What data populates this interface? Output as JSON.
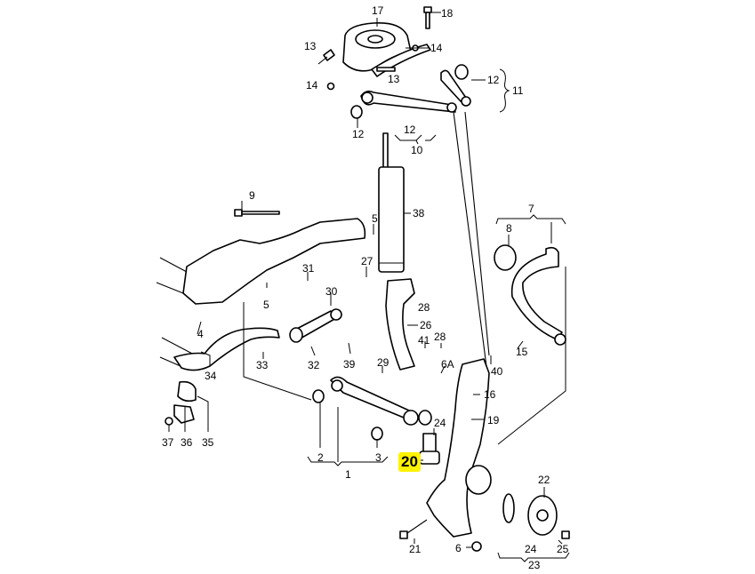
{
  "diagram": {
    "title": "Front axle suspension – exploded parts diagram",
    "highlight_color": "#fff200",
    "highlighted_part": "20",
    "callouts": [
      {
        "id": "c17",
        "label": "17"
      },
      {
        "id": "c18",
        "label": "18"
      },
      {
        "id": "c13a",
        "label": "13"
      },
      {
        "id": "c14a",
        "label": "14"
      },
      {
        "id": "c13b",
        "label": "13"
      },
      {
        "id": "c14b",
        "label": "14"
      },
      {
        "id": "c12a",
        "label": "12"
      },
      {
        "id": "c11",
        "label": "11"
      },
      {
        "id": "c12b",
        "label": "12"
      },
      {
        "id": "c12c",
        "label": "12"
      },
      {
        "id": "c10",
        "label": "10"
      },
      {
        "id": "c9",
        "label": "9"
      },
      {
        "id": "c5a",
        "label": "5"
      },
      {
        "id": "c38",
        "label": "38"
      },
      {
        "id": "c7",
        "label": "7"
      },
      {
        "id": "c8",
        "label": "8"
      },
      {
        "id": "c27",
        "label": "27"
      },
      {
        "id": "c31",
        "label": "31"
      },
      {
        "id": "c5b",
        "label": "5"
      },
      {
        "id": "c28a",
        "label": "28"
      },
      {
        "id": "c30",
        "label": "30"
      },
      {
        "id": "c4",
        "label": "4"
      },
      {
        "id": "c26",
        "label": "26"
      },
      {
        "id": "c41",
        "label": "41"
      },
      {
        "id": "c28b",
        "label": "28"
      },
      {
        "id": "c15",
        "label": "15"
      },
      {
        "id": "c33",
        "label": "33"
      },
      {
        "id": "c32",
        "label": "32"
      },
      {
        "id": "c39",
        "label": "39"
      },
      {
        "id": "c29",
        "label": "29"
      },
      {
        "id": "c6A",
        "label": "6A"
      },
      {
        "id": "c40",
        "label": "40"
      },
      {
        "id": "c34",
        "label": "34"
      },
      {
        "id": "c16",
        "label": "16"
      },
      {
        "id": "c19",
        "label": "19"
      },
      {
        "id": "c24a",
        "label": "24"
      },
      {
        "id": "c37",
        "label": "37"
      },
      {
        "id": "c36",
        "label": "36"
      },
      {
        "id": "c35",
        "label": "35"
      },
      {
        "id": "c2",
        "label": "2"
      },
      {
        "id": "c3",
        "label": "3"
      },
      {
        "id": "c1",
        "label": "1"
      },
      {
        "id": "c20",
        "label": "20"
      },
      {
        "id": "c22",
        "label": "22"
      },
      {
        "id": "c21",
        "label": "21"
      },
      {
        "id": "c6",
        "label": "6"
      },
      {
        "id": "c24b",
        "label": "24"
      },
      {
        "id": "c25",
        "label": "25"
      },
      {
        "id": "c23",
        "label": "23"
      }
    ]
  }
}
